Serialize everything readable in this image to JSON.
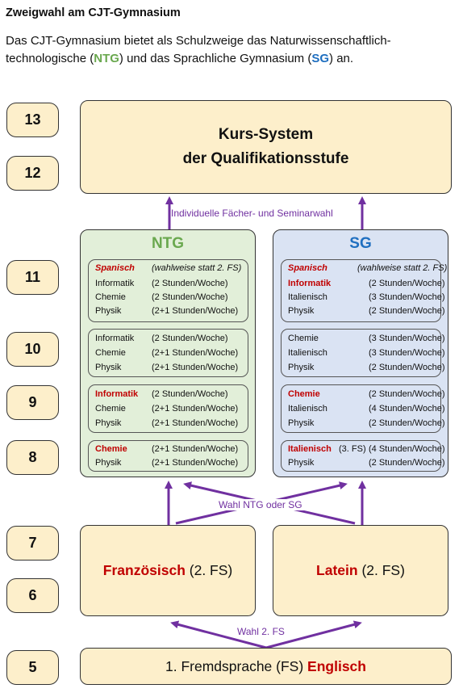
{
  "title": "Zweigwahl am CJT-Gymnasium",
  "intro": {
    "part1": "Das CJT-Gymnasium bietet als Schulzweige das Naturwissenschaftlich-technologische (",
    "ntg": "NTG",
    "part2": ") und das Sprachliche Gymnasium (",
    "sg": "SG",
    "part3": ") an."
  },
  "grades": [
    "13",
    "12",
    "11",
    "10",
    "9",
    "8",
    "7",
    "6",
    "5"
  ],
  "kurs_system": {
    "line1": "Kurs-System",
    "line2": "der Qualifikationsstufe"
  },
  "labels": {
    "individual": "Individuelle Fächer- und Seminarwahl",
    "wahl_ntg_sg": "Wahl NTG oder SG",
    "wahl_fs2": "Wahl 2. FS"
  },
  "ntg": {
    "title": "NTG",
    "card11": {
      "spanisch": "Spanisch",
      "note": "(wahlweise statt 2. FS)",
      "rows": [
        {
          "subject": "Informatik",
          "hours": "(2 Stunden/Woche)"
        },
        {
          "subject": "Chemie",
          "hours": "(2 Stunden/Woche)"
        },
        {
          "subject": "Physik",
          "hours": "(2+1 Stunden/Woche)"
        }
      ]
    },
    "card10": [
      {
        "subject": "Informatik",
        "hours": "(2 Stunden/Woche)"
      },
      {
        "subject": "Chemie",
        "hours": "(2+1 Stunden/Woche)"
      },
      {
        "subject": "Physik",
        "hours": "(2+1 Stunden/Woche)"
      }
    ],
    "card9": [
      {
        "subject": "Informatik",
        "hours": "(2 Stunden/Woche)"
      },
      {
        "subject": "Chemie",
        "hours": "(2+1 Stunden/Woche)"
      },
      {
        "subject": "Physik",
        "hours": "(2+1 Stunden/Woche)"
      }
    ],
    "card8": [
      {
        "subject": "Chemie",
        "hours": "(2+1 Stunden/Woche)"
      },
      {
        "subject": "Physik",
        "hours": "(2+1 Stunden/Woche)"
      }
    ]
  },
  "sg": {
    "title": "SG",
    "card11": {
      "spanisch": "Spanisch",
      "note": "(wahlweise statt 2. FS)",
      "rows": [
        {
          "subject": "Informatik",
          "hours": "(2 Stunden/Woche)"
        },
        {
          "subject": "Italienisch",
          "hours": "(3 Stunden/Woche)"
        },
        {
          "subject": "Physik",
          "hours": "(2 Stunden/Woche)"
        }
      ]
    },
    "card10": [
      {
        "subject": "Chemie",
        "hours": "(3 Stunden/Woche)"
      },
      {
        "subject": "Italienisch",
        "hours": "(3 Stunden/Woche)"
      },
      {
        "subject": "Physik",
        "hours": "(2 Stunden/Woche)"
      }
    ],
    "card9": [
      {
        "subject": "Chemie",
        "hours": "(2 Stunden/Woche)"
      },
      {
        "subject": "Italienisch",
        "hours": "(4 Stunden/Woche)"
      },
      {
        "subject": "Physik",
        "hours": "(2 Stunden/Woche)"
      }
    ],
    "card8": [
      {
        "subject": "Italienisch",
        "extra": "(3. FS)",
        "hours": "(4 Stunden/Woche)"
      },
      {
        "subject": "Physik",
        "hours": "(2 Stunden/Woche)"
      }
    ]
  },
  "languages": {
    "franz_name": "Französisch",
    "franz_suffix": " (2. FS)",
    "latein_name": "Latein",
    "latein_suffix": " (2. FS)",
    "first_prefix": "1. Fremdsprache (FS) ",
    "first_name": "Englisch"
  },
  "colors": {
    "cream": "#fdefcb",
    "ntg_fill": "#e2efd9",
    "sg_fill": "#dae3f3",
    "ntg_title": "#6aa84f",
    "sg_title": "#1f6fc0",
    "highlight_red": "#c00000",
    "arrow_purple": "#7030a0"
  }
}
